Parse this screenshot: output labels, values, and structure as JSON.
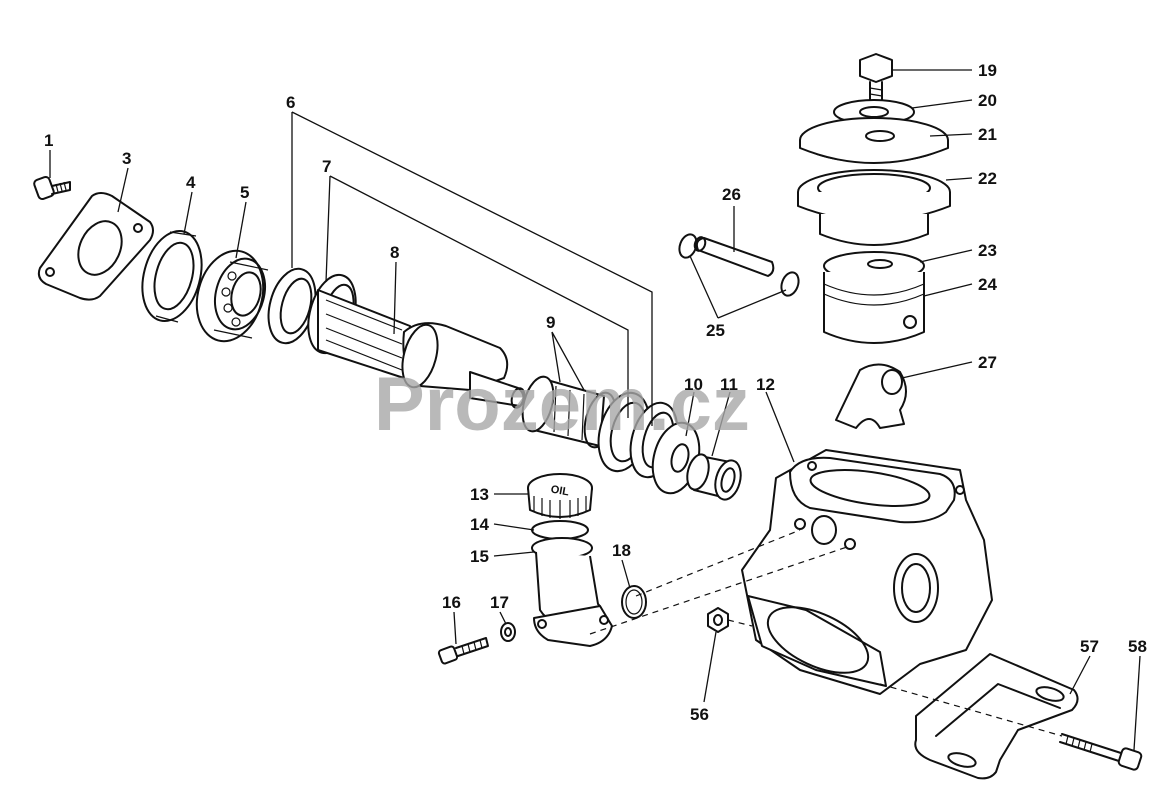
{
  "watermark": "Prozem.cz",
  "labels": {
    "l1": "1",
    "l3": "3",
    "l4": "4",
    "l5": "5",
    "l6": "6",
    "l7": "7",
    "l8": "8",
    "l9": "9",
    "l10": "10",
    "l11": "11",
    "l12": "12",
    "l13": "13",
    "l14": "14",
    "l15": "15",
    "l16": "16",
    "l17": "17",
    "l18": "18",
    "l19": "19",
    "l20": "20",
    "l21": "21",
    "l22": "22",
    "l23": "23",
    "l24": "24",
    "l25": "25",
    "l26": "26",
    "l27": "27",
    "l56": "56",
    "l57": "57",
    "l58": "58"
  },
  "oil_cap_text": "OIL"
}
